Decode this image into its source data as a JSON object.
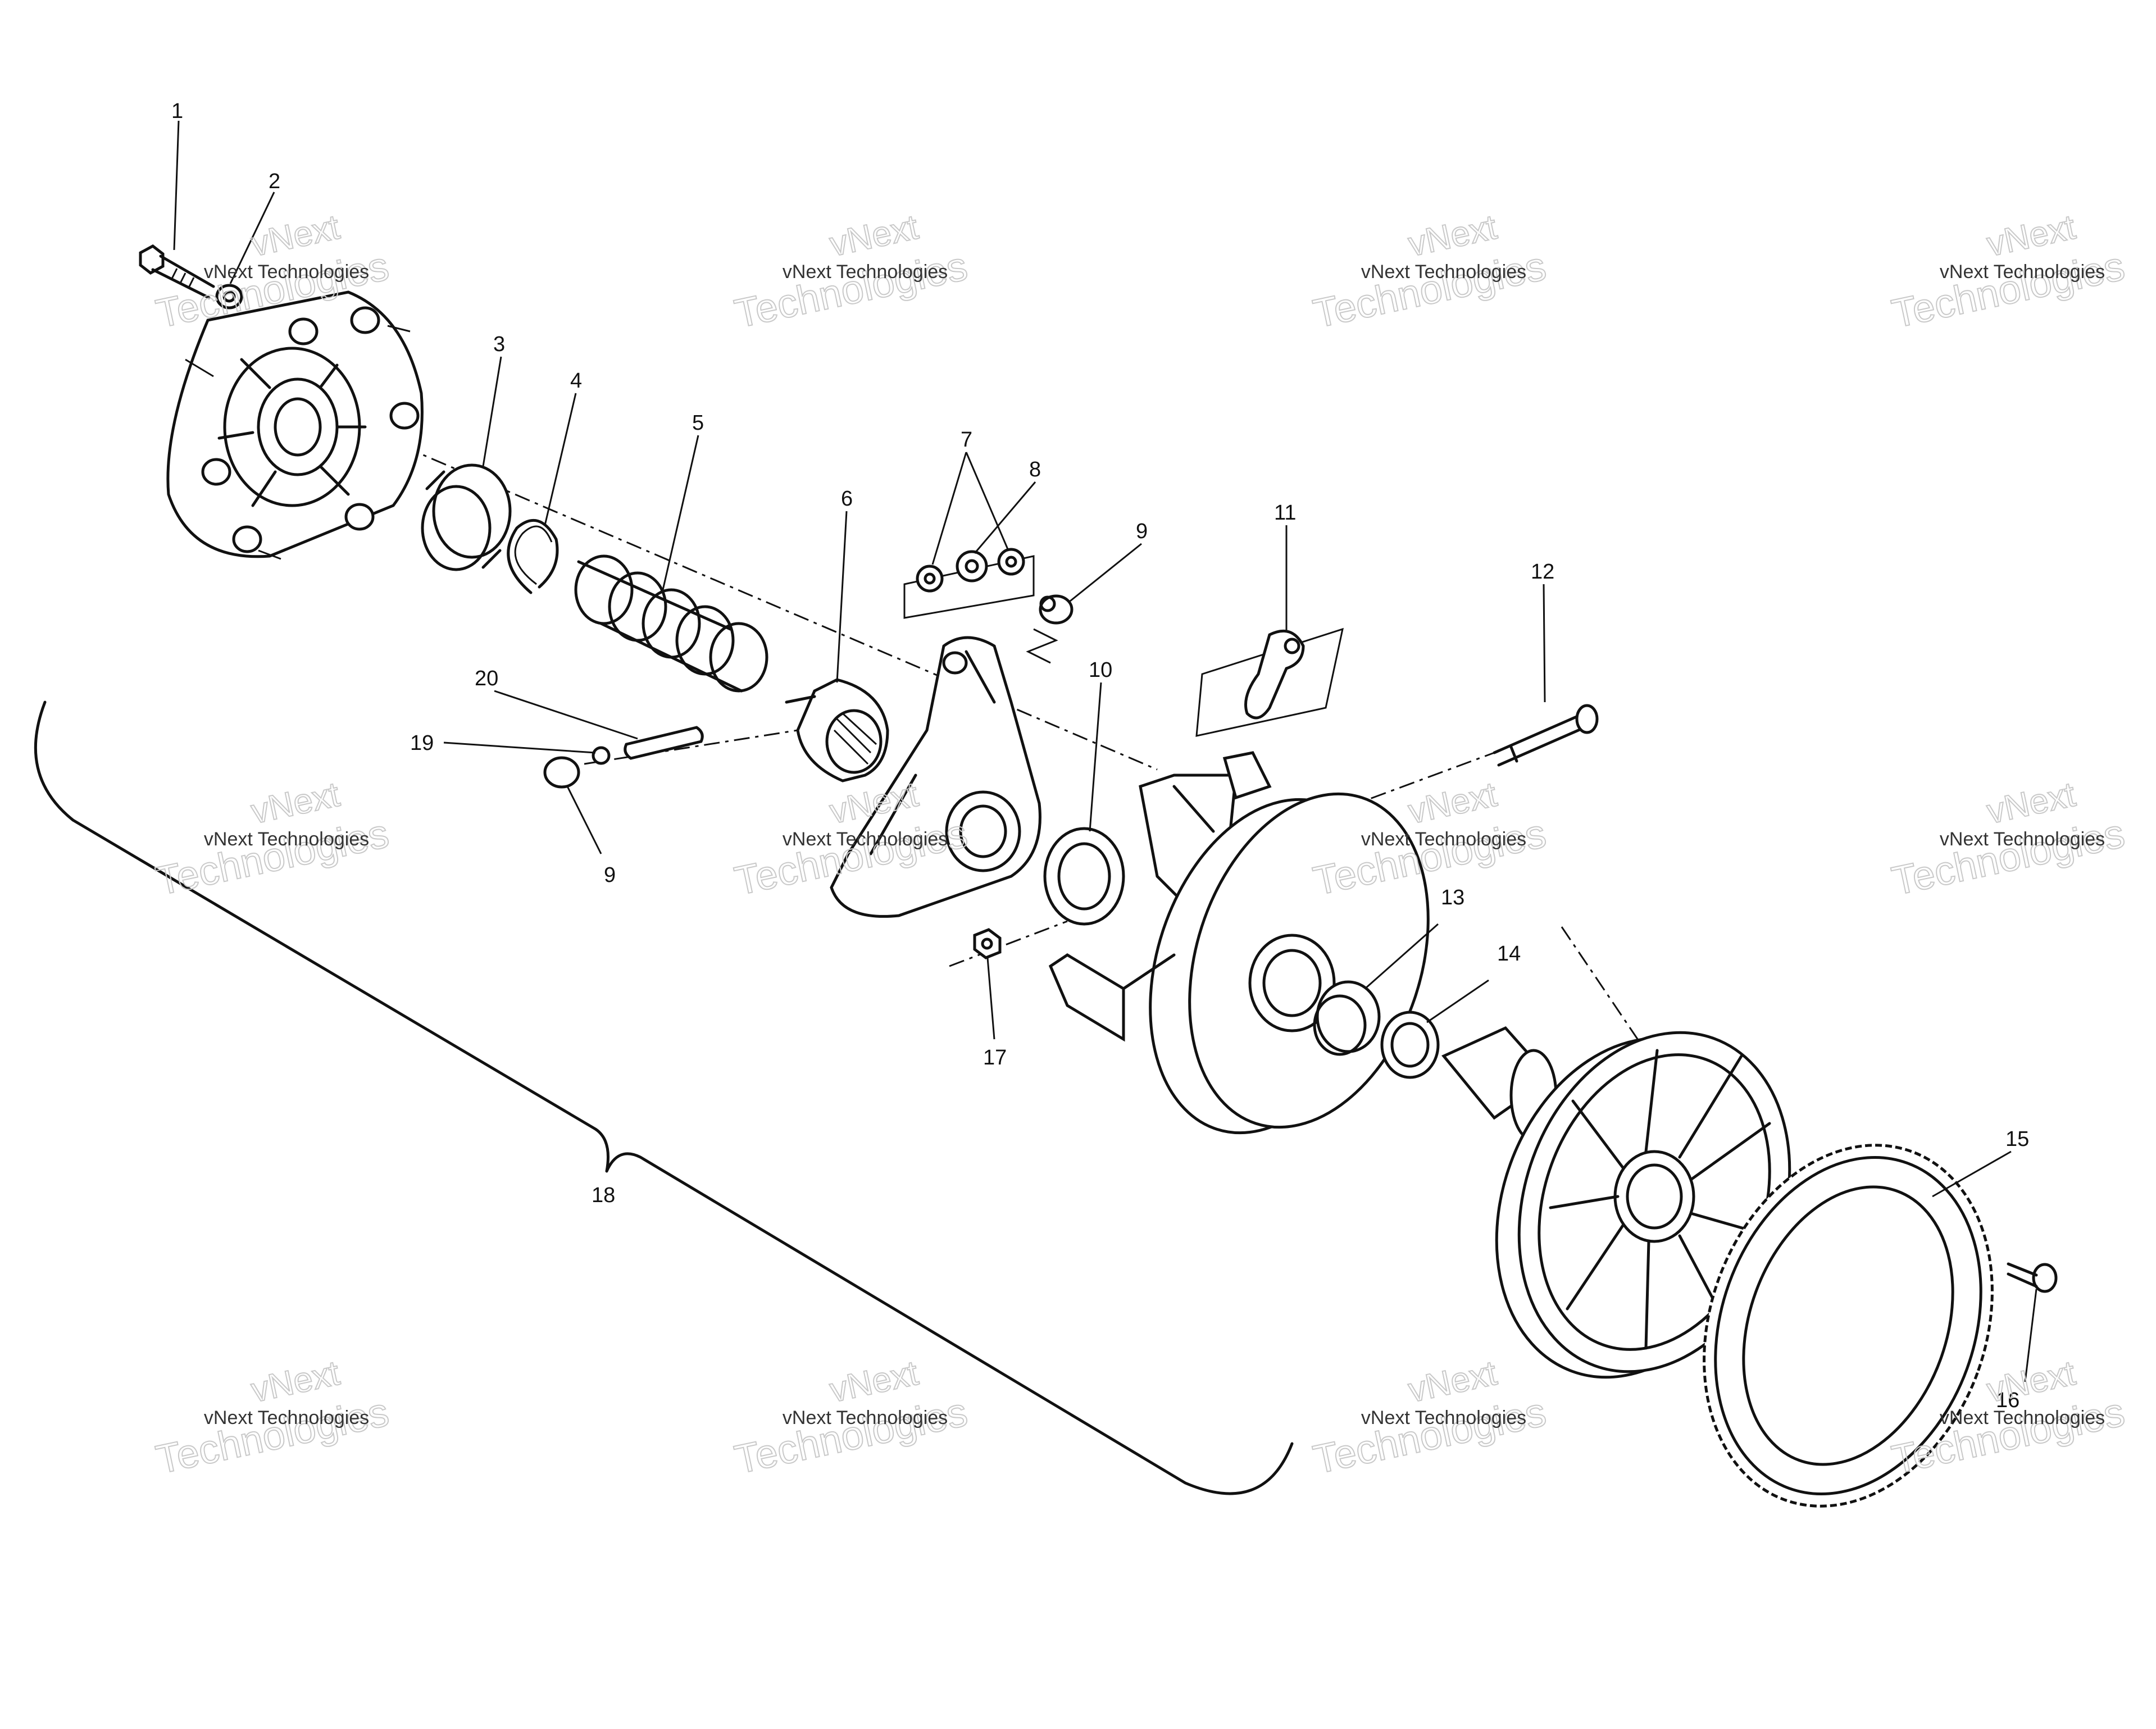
{
  "diagram": {
    "watermark": {
      "line1": "vNext",
      "line2": "vNext Technologies",
      "line3": "Technologies"
    },
    "callouts": [
      {
        "id": "c1",
        "label": "1"
      },
      {
        "id": "c2",
        "label": "2"
      },
      {
        "id": "c3",
        "label": "3"
      },
      {
        "id": "c4",
        "label": "4"
      },
      {
        "id": "c5",
        "label": "5"
      },
      {
        "id": "c6",
        "label": "6"
      },
      {
        "id": "c7",
        "label": "7"
      },
      {
        "id": "c8",
        "label": "8"
      },
      {
        "id": "c9a",
        "label": "9"
      },
      {
        "id": "c9b",
        "label": "9"
      },
      {
        "id": "c10",
        "label": "10"
      },
      {
        "id": "c11",
        "label": "11"
      },
      {
        "id": "c12",
        "label": "12"
      },
      {
        "id": "c13",
        "label": "13"
      },
      {
        "id": "c14",
        "label": "14"
      },
      {
        "id": "c15",
        "label": "15"
      },
      {
        "id": "c16",
        "label": "16"
      },
      {
        "id": "c17",
        "label": "17"
      },
      {
        "id": "c18",
        "label": "18"
      },
      {
        "id": "c19",
        "label": "19"
      },
      {
        "id": "c20",
        "label": "20"
      }
    ]
  }
}
